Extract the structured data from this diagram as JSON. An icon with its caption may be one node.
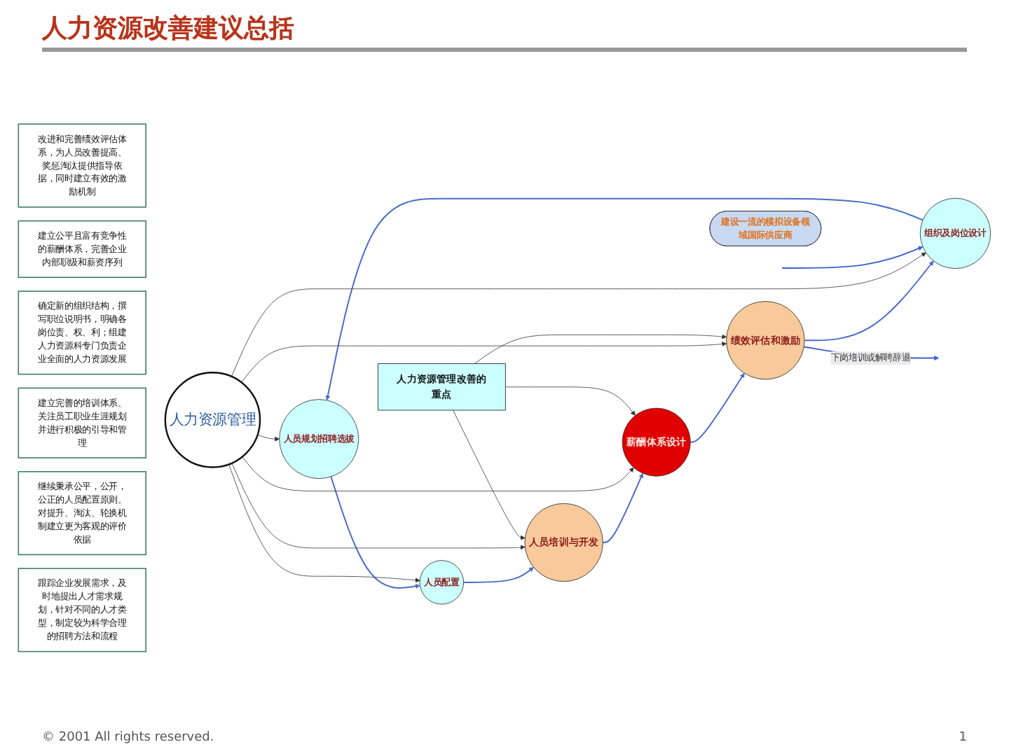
{
  "diagram": {
    "title": "人力资源改善建议总括",
    "nodes": [
      {
        "text": [
          "跟踪企业发展需求，及时地提出人才需求规划，针对不同的人才类型，制定较为科学合理的招聘方法和流程"
        ]
      },
      {
        "text": [
          "人员规划招聘选拔"
        ]
      },
      {
        "text": [
          "人员配置"
        ]
      },
      {
        "text": [
          "继续秉承公平，公开，公正的人员配置原则。对提升、淘汰、轮换机制建立更为客观的评价依据"
        ]
      },
      {
        "text": [
          "建设一流的模拟设备领域国际供应商"
        ]
      },
      {
        "text": [
          "组织及岗位设计"
        ]
      },
      {
        "text": [
          "人力资源管理"
        ]
      },
      {
        "text": [
          "人员培训与开发"
        ]
      },
      {
        "text": [
          "建立完善的培训体系、关注员工职业生涯规划并进行积极的引导和管理"
        ]
      },
      {
        "text": [
          "确定新的组织结构，撰写职位说明书，明确各岗位责、权、利；组建人力资源科专门负责企业全面的人力资源发展"
        ]
      },
      {
        "text": [
          "绩效评估和激励"
        ]
      },
      {
        "text": [
          "薪酬体系设计"
        ]
      },
      {
        "text": [
          "建立公平且富有竞争性的薪酬体系，完善企业内部职级和薪资序列"
        ]
      },
      {
        "text": [
          "改进和完善绩效评估体系，为人员改善提高、奖惩淘汰提供指导依据，同时建立有效的激励机制"
        ]
      },
      {
        "text": [
          "人力资源管理改善的重点"
        ]
      }
    ],
    "edges": [
      {
        "from": 5,
        "to": 1,
        "arrow": "to",
        "color": "#4a6cc8"
      },
      {
        "from": 1,
        "to": 2,
        "arrow": "to",
        "color": "#4a6cc8"
      },
      {
        "from": 2,
        "to": 7,
        "arrow": "to",
        "color": "#4a6cc8"
      },
      {
        "from": 7,
        "to": 11,
        "arrow": "to",
        "color": "#4a6cc8"
      },
      {
        "from": 11,
        "to": 10,
        "arrow": "to",
        "color": "#4a6cc8"
      },
      {
        "from": 10,
        "to": 5,
        "arrow": "to",
        "color": "#4a6cc8"
      },
      {
        "from": 6,
        "to": 1,
        "arrow": "to"
      },
      {
        "from": 6,
        "to": 2,
        "arrow": "to"
      },
      {
        "from": 6,
        "to": 7,
        "arrow": "to"
      },
      {
        "from": 6,
        "to": 11,
        "arrow": "to"
      },
      {
        "from": 6,
        "to": 10,
        "arrow": "to"
      },
      {
        "from": 6,
        "to": 5,
        "arrow": "to"
      },
      {
        "from": 14,
        "to": 7,
        "arrow": "to"
      },
      {
        "from": 14,
        "to": 11,
        "arrow": "to"
      },
      {
        "from": 14,
        "to": 10,
        "arrow": "to"
      },
      {
        "from": null,
        "to": 5,
        "arrow": "to",
        "color": "#3b5fd0"
      },
      {
        "from": 10,
        "to": null,
        "arrow": "to",
        "label": "下岗培训或解聘辞退",
        "color": "#3b5fd0"
      }
    ],
    "labels": [
      "© 2001 All rights reserved.",
      "1"
    ]
  }
}
